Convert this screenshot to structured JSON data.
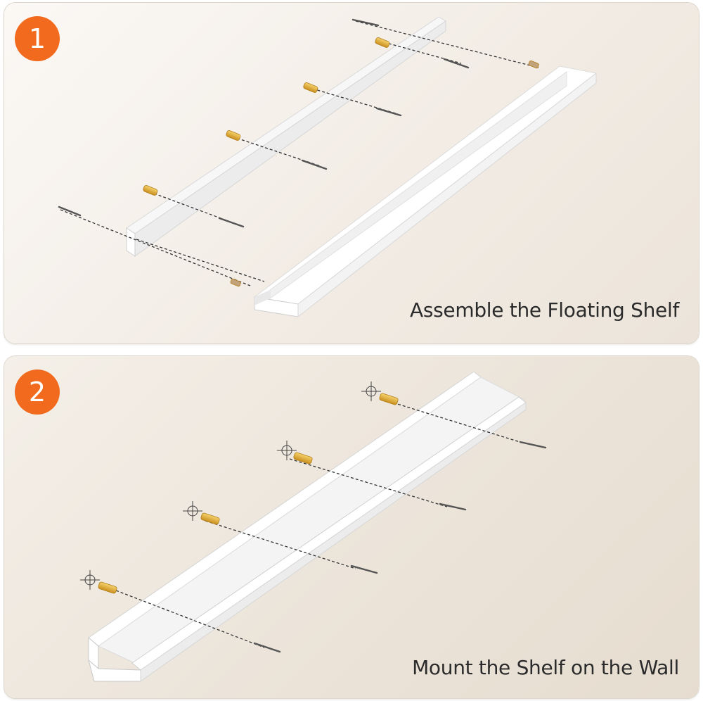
{
  "steps": [
    {
      "number": "1",
      "caption": "Assemble the Floating Shelf"
    },
    {
      "number": "2",
      "caption": "Mount the Shelf on the Wall"
    }
  ],
  "colors": {
    "badge": "#f26a1d",
    "anchor": "#e8b33a",
    "screw": "#555555",
    "shelf": "#ffffff",
    "text": "#2b2b2b"
  },
  "icons": [
    "wall-anchor-icon",
    "screw-icon",
    "drill-mark-icon",
    "shelf-rail-icon",
    "shelf-ledge-icon"
  ]
}
